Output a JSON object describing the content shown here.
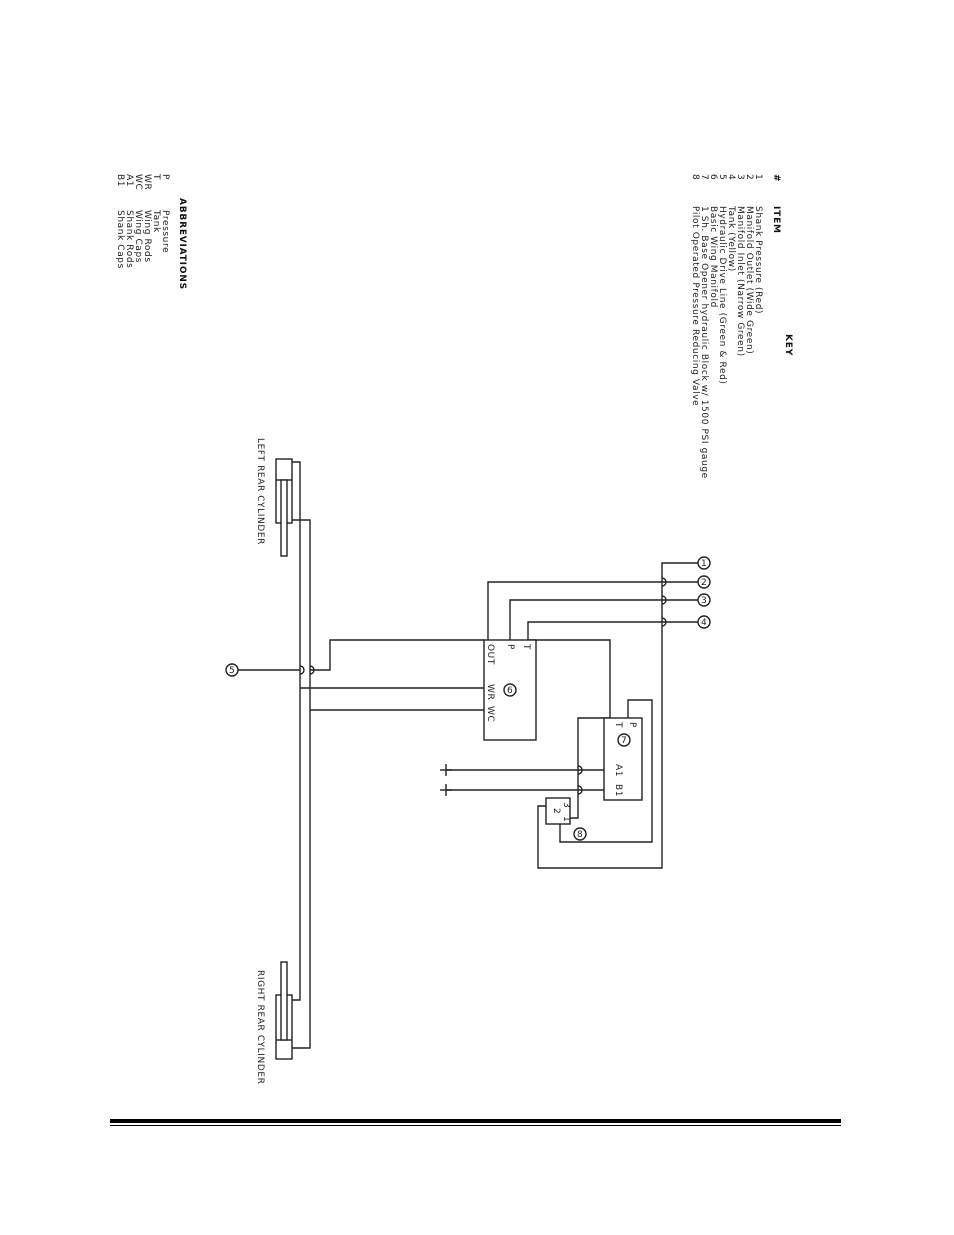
{
  "key": {
    "title": "KEY",
    "hash_header": "#",
    "item_header": "ITEM",
    "items": [
      {
        "num": "1",
        "label": "Shank Pressure (Red)"
      },
      {
        "num": "2",
        "label": "Manifold Outlet (Wide Green)"
      },
      {
        "num": "3",
        "label": "Manifold Inlet (Narrow Green)"
      },
      {
        "num": "4",
        "label": "Tank (Yellow)"
      },
      {
        "num": "5",
        "label": "Hydraulic Drive Line (Green & Red)"
      },
      {
        "num": "6",
        "label": "Basic Wing Manifold"
      },
      {
        "num": "7",
        "label": "1 Sh. Base Opener hydraulic Block w/ 1500 PSI gauge"
      },
      {
        "num": "8",
        "label": "Pilot Operated Pressure Reducing Valve"
      }
    ]
  },
  "abbreviations": {
    "title": "ABBREVIATIONS",
    "items": [
      {
        "code": "P",
        "meaning": "Pressure"
      },
      {
        "code": "T",
        "meaning": "Tank"
      },
      {
        "code": "WR",
        "meaning": "Wing Rods"
      },
      {
        "code": "WC",
        "meaning": "Wing Caps"
      },
      {
        "code": "A1",
        "meaning": "Shank Rods"
      },
      {
        "code": "B1",
        "meaning": "Shank Caps"
      }
    ]
  },
  "labels": {
    "left_cylinder": "LEFT REAR CYLINDER",
    "right_cylinder": "RIGHT REAR CYLINDER"
  },
  "manifold": {
    "badge": "6",
    "port_t": "T",
    "port_p": "P",
    "port_out": "OUT",
    "port_wr": "WR",
    "port_wc": "WC"
  },
  "block": {
    "badge": "7",
    "port_p": "P",
    "port_t": "T",
    "port_a1": "A1",
    "port_b1": "B1"
  },
  "valve": {
    "badge": "8",
    "port_3": "3",
    "port_2": "2",
    "port_1": "1"
  },
  "callouts": {
    "c1": "1",
    "c2": "2",
    "c3": "3",
    "c4": "4",
    "c5": "5"
  }
}
